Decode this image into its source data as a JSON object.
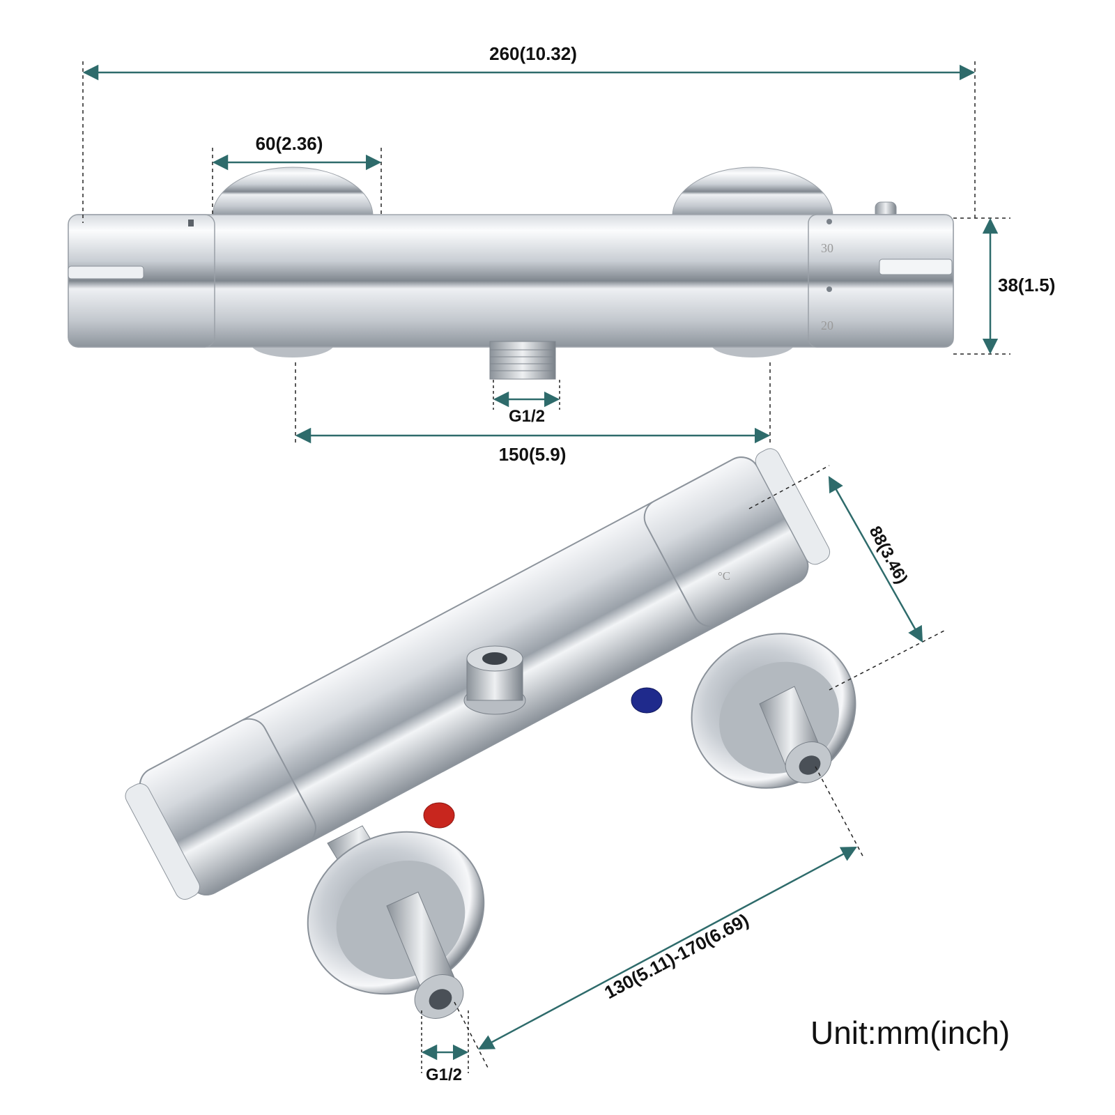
{
  "dimensions": {
    "overall_length": "260(10.32)",
    "flange_diameter": "60(2.36)",
    "body_height": "38(1.5)",
    "outlet_thread_top": "G1/2",
    "inlet_spacing": "150(5.9)",
    "depth": "88(3.46)",
    "adjustable_spacing": "130(5.11)-170(6.69)",
    "inlet_thread_bottom": "G1/2"
  },
  "dial": {
    "mark_high": "30",
    "mark_low": "20",
    "unit_symbol": "°C"
  },
  "unit_label": "Unit:mm(inch)",
  "colors": {
    "dimension_line": "#2e6b6b",
    "chrome_light": "#f4f6f8",
    "chrome_dark": "#8c939b",
    "hot_marker": "#c8261e",
    "cold_marker": "#1f2a8c"
  },
  "icons": [
    "hot-marker-icon",
    "cold-marker-icon"
  ]
}
